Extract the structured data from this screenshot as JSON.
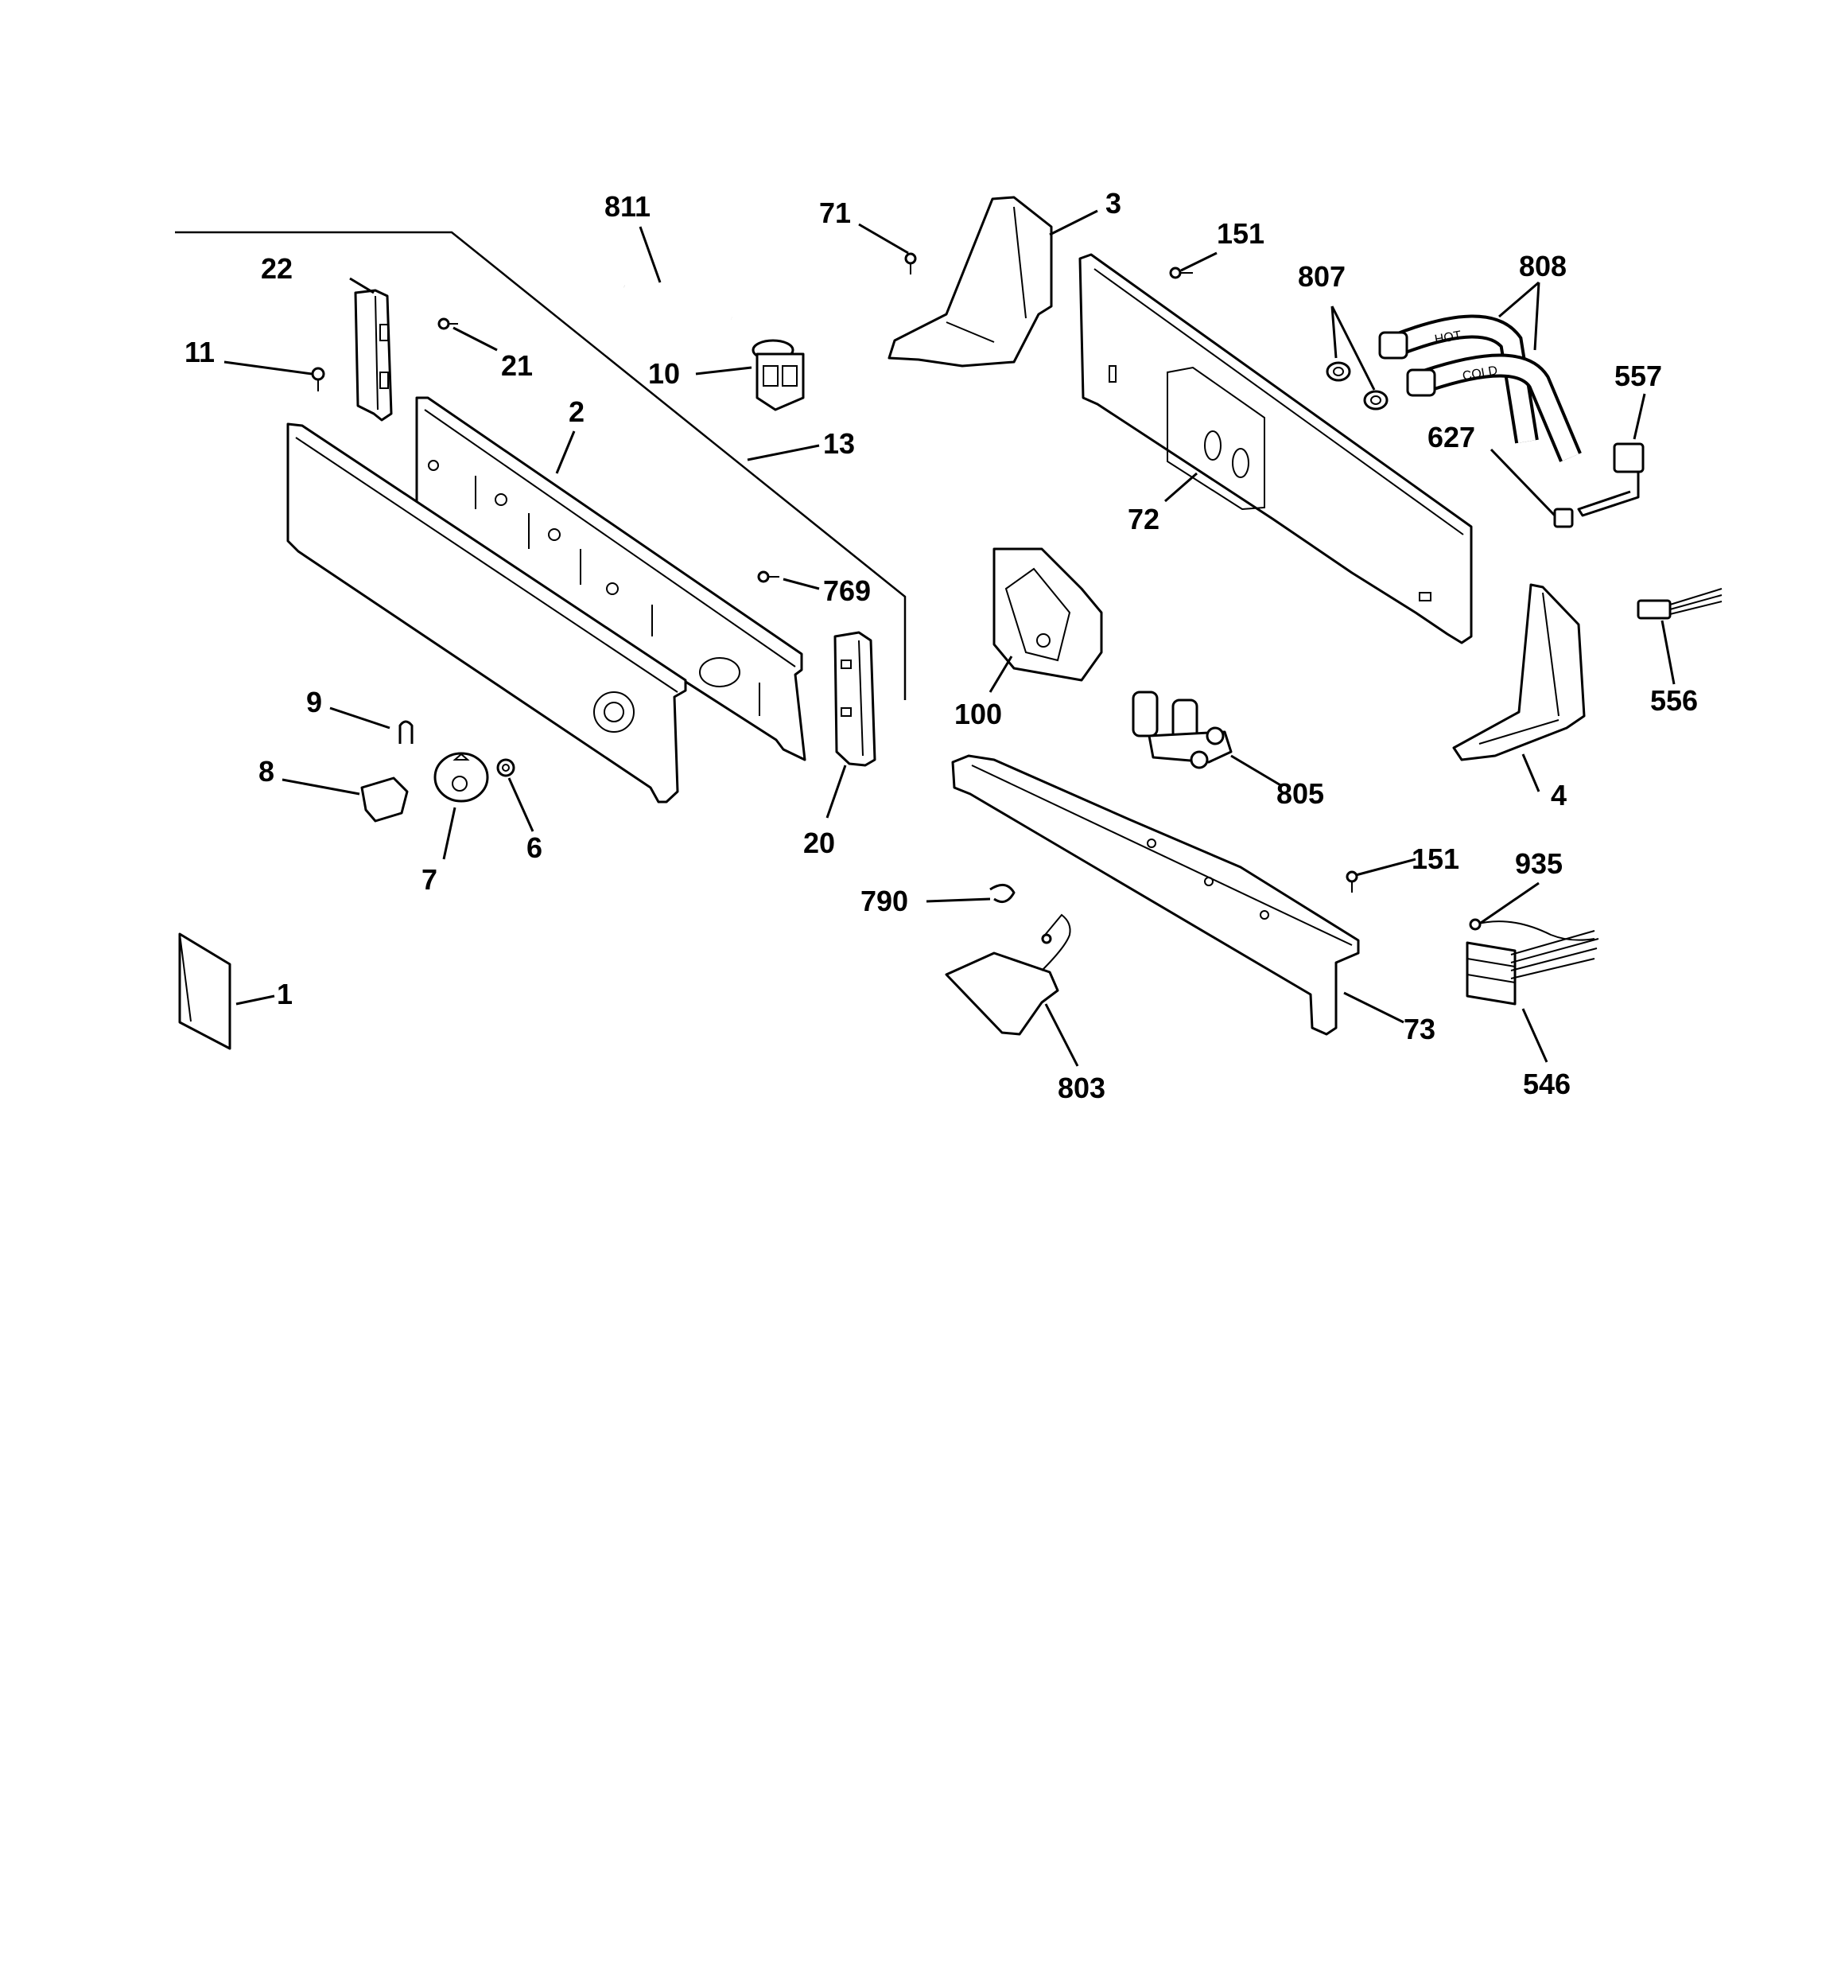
{
  "labels": {
    "p811": "811",
    "p71": "71",
    "p3": "3",
    "p151a": "151",
    "p807": "807",
    "p808": "808",
    "p22": "22",
    "p21": "21",
    "p11": "11",
    "p10": "10",
    "p2": "2",
    "p13": "13",
    "p557": "557",
    "p627": "627",
    "p72": "72",
    "p769": "769",
    "p100": "100",
    "p556": "556",
    "p9": "9",
    "p8": "8",
    "p7": "7",
    "p6": "6",
    "p20": "20",
    "p805": "805",
    "p4": "4",
    "p151b": "151",
    "p935": "935",
    "p790": "790",
    "p1": "1",
    "p73": "73",
    "p803": "803",
    "p546": "546"
  },
  "hose_text": {
    "hot": "HOT",
    "cold": "COLD"
  }
}
